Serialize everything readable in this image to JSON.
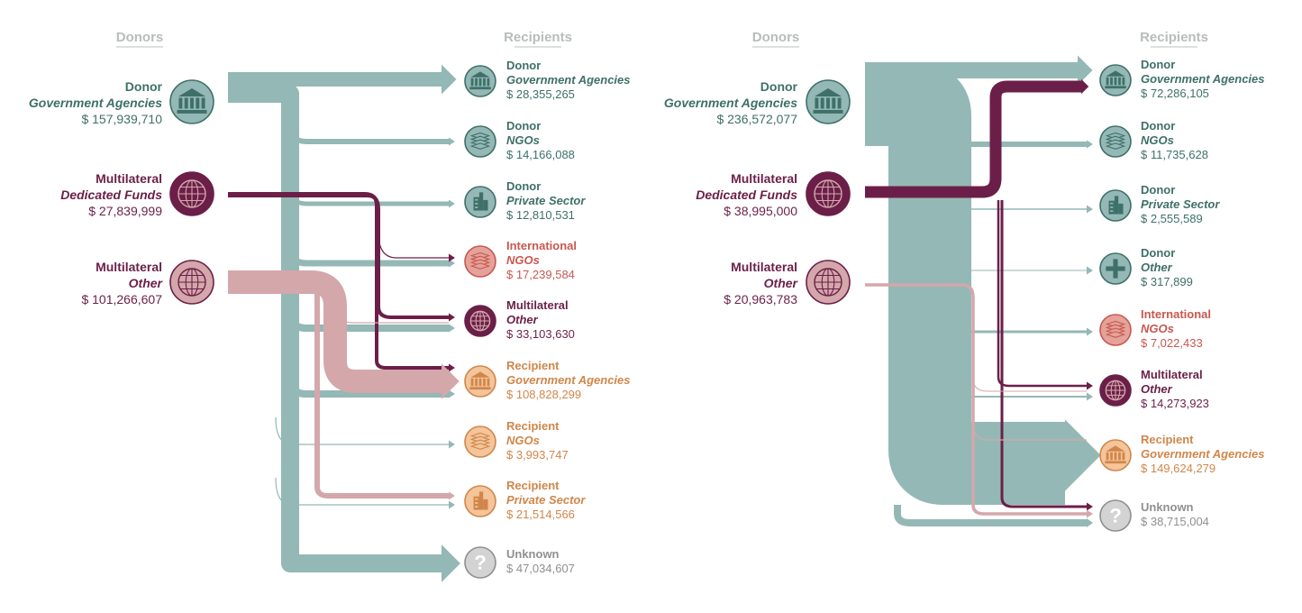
{
  "colors": {
    "teal": "#94b8b5",
    "teal_dark": "#3e7068",
    "plum": "#6b1f48",
    "pink": "#d4a7ab",
    "salmon": "#c9574f",
    "salmon_fill": "#e4a39a",
    "orange": "#d0864a",
    "orange_fill": "#f4c49a",
    "gray": "#8f8f8f",
    "gray_fill": "#d3d3d3"
  },
  "panels": [
    {
      "donors_header": "Donors",
      "recipients_header": "Recipients",
      "donors": [
        {
          "role": "Donor",
          "category": "Government Agencies",
          "amount": "$ 157,939,710",
          "icon": "government-building-icon",
          "color": "teal"
        },
        {
          "role": "Multilateral",
          "category": "Dedicated Funds",
          "amount": "$ 27,839,999",
          "icon": "globe-icon",
          "color": "plum"
        },
        {
          "role": "Multilateral",
          "category": "Other",
          "amount": "$ 101,266,607",
          "icon": "globe-icon",
          "color": "pink"
        }
      ],
      "recipients": [
        {
          "role": "Donor",
          "category": "Government Agencies",
          "amount": "$ 28,355,265",
          "icon": "government-building-icon",
          "color": "teal"
        },
        {
          "role": "Donor",
          "category": "NGOs",
          "amount": "$ 14,166,088",
          "icon": "stack-icon",
          "color": "teal"
        },
        {
          "role": "Donor",
          "category": "Private Sector",
          "amount": "$ 12,810,531",
          "icon": "office-buildings-icon",
          "color": "teal"
        },
        {
          "role": "International",
          "category": "NGOs",
          "amount": "$ 17,239,584",
          "icon": "stack-icon",
          "color": "salmon"
        },
        {
          "role": "Multilateral",
          "category": "Other",
          "amount": "$ 33,103,630",
          "icon": "globe-icon",
          "color": "plum"
        },
        {
          "role": "Recipient",
          "category": "Government Agencies",
          "amount": "$ 108,828,299",
          "icon": "government-building-icon",
          "color": "orange"
        },
        {
          "role": "Recipient",
          "category": "NGOs",
          "amount": "$ 3,993,747",
          "icon": "stack-icon",
          "color": "orange"
        },
        {
          "role": "Recipient",
          "category": "Private Sector",
          "amount": "$ 21,514,566",
          "icon": "office-buildings-icon",
          "color": "orange"
        },
        {
          "role": "Unknown",
          "category": "",
          "amount": "$ 47,034,607",
          "icon": "question-mark-icon",
          "color": "gray"
        }
      ]
    },
    {
      "donors_header": "Donors",
      "recipients_header": "Recipients",
      "donors": [
        {
          "role": "Donor",
          "category": "Government Agencies",
          "amount": "$ 236,572,077",
          "icon": "government-building-icon",
          "color": "teal"
        },
        {
          "role": "Multilateral",
          "category": "Dedicated Funds",
          "amount": "$ 38,995,000",
          "icon": "globe-icon",
          "color": "plum"
        },
        {
          "role": "Multilateral",
          "category": "Other",
          "amount": "$ 20,963,783",
          "icon": "globe-icon",
          "color": "pink"
        }
      ],
      "recipients": [
        {
          "role": "Donor",
          "category": "Government Agencies",
          "amount": "$ 72,286,105",
          "icon": "government-building-icon",
          "color": "teal"
        },
        {
          "role": "Donor",
          "category": "NGOs",
          "amount": "$ 11,735,628",
          "icon": "stack-icon",
          "color": "teal"
        },
        {
          "role": "Donor",
          "category": "Private Sector",
          "amount": "$ 2,555,589",
          "icon": "office-buildings-icon",
          "color": "teal"
        },
        {
          "role": "Donor",
          "category": "Other",
          "amount": "$ 317,899",
          "icon": "plus-icon",
          "color": "teal"
        },
        {
          "role": "International",
          "category": "NGOs",
          "amount": "$ 7,022,433",
          "icon": "stack-icon",
          "color": "salmon"
        },
        {
          "role": "Multilateral",
          "category": "Other",
          "amount": "$ 14,273,923",
          "icon": "globe-icon",
          "color": "plum"
        },
        {
          "role": "Recipient",
          "category": "Government Agencies",
          "amount": "$ 149,624,279",
          "icon": "government-building-icon",
          "color": "orange"
        },
        {
          "role": "Unknown",
          "category": "",
          "amount": "$ 38,715,004",
          "icon": "question-mark-icon",
          "color": "gray"
        }
      ]
    }
  ]
}
